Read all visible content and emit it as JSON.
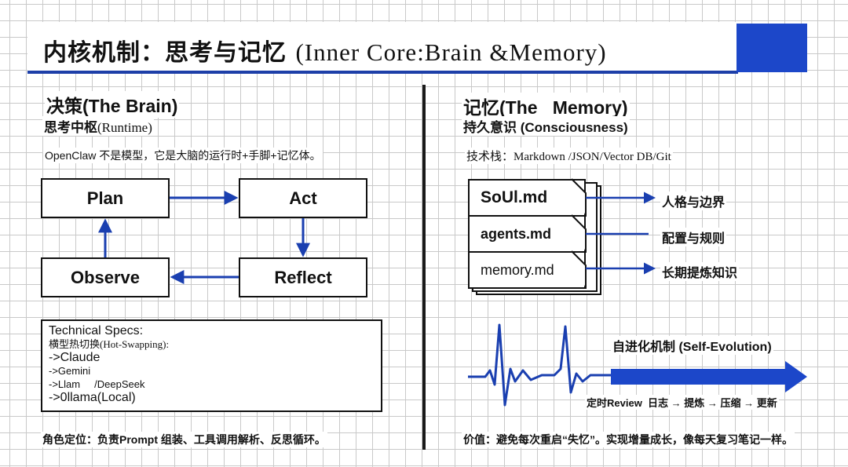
{
  "title": {
    "cn": "内核机制：思考与记忆",
    "en": "(Inner   Core:Brain   &Memory)"
  },
  "left": {
    "heading": "决策(The Brain)",
    "sub_cn": "思考中枢",
    "sub_en": "(Runtime)",
    "intro": "OpenClaw 不是模型，它是大脑的运行时+手脚+记忆体。",
    "loop": {
      "plan": "Plan",
      "act": "Act",
      "reflect": "Reflect",
      "observe": "Observe"
    },
    "specs": {
      "title": "Technical  Specs:",
      "hotswap": "横型热切换(Hot-Swapping):",
      "items": [
        "->Claude",
        "->Gemini",
        "->Llam     /DeepSeek",
        "->0llama(Local)"
      ]
    },
    "footer": "角色定位：负责Prompt 组装、工具调用解析、反思循环。"
  },
  "right": {
    "heading": "记忆(The   Memory)",
    "sub": "持久意识 (Consciousness)",
    "stack": "技术栈：Markdown /JSON/Vector DB/Git",
    "docs": [
      {
        "name": "SoUl.md",
        "label": "人格与边界"
      },
      {
        "name": "agents.md",
        "label": "配置与规则"
      },
      {
        "name": "memory.md",
        "label": "长期提炼知识"
      }
    ],
    "evolution": {
      "title": "自进化机制 (Self-Evolution)",
      "flow": "定时Review  日志 → 提炼 → 压缩 → 更新"
    },
    "footer": "价值：避免每次重启“失忆”。实现增量成长，像每天复习笔记一样。"
  },
  "colors": {
    "accent": "#1c47c9",
    "arrow": "#1a3fb0",
    "ink": "#111111",
    "grid": "#c9c9c9"
  }
}
